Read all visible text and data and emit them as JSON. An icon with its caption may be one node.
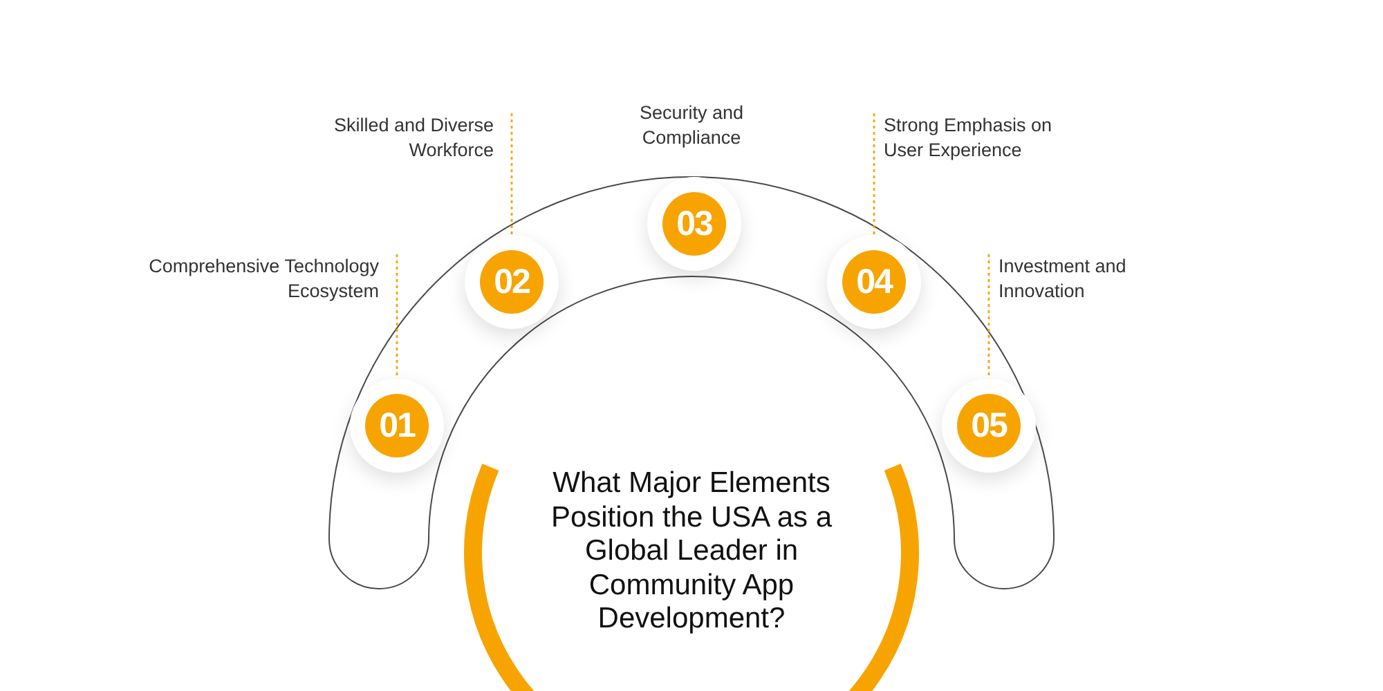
{
  "diagram": {
    "nodes": [
      {
        "text": [
          "01"
        ]
      },
      {
        "text": [
          "Comprehensive Technology Ecosystem"
        ]
      },
      {
        "text": [
          "02"
        ]
      },
      {
        "text": [
          "Skilled and Diverse Workforce"
        ]
      },
      {
        "text": [
          "03"
        ],
        "beside": [
          "Security and Compliance"
        ]
      },
      {
        "text": [
          "04"
        ]
      },
      {
        "text": [
          "Strong Emphasis on User Experience"
        ]
      },
      {
        "text": [
          "05"
        ]
      },
      {
        "text": [
          "Investment and Innovation"
        ]
      },
      {
        "text": [
          "What Major Elements Position the USA as a Global Leader in Community App Development?"
        ]
      }
    ],
    "edges": [
      {
        "from": 1,
        "to": 0,
        "arrow": "none",
        "style": "dashed"
      },
      {
        "from": 3,
        "to": 2,
        "arrow": "none",
        "style": "dashed"
      },
      {
        "from": 6,
        "to": 5,
        "arrow": "none",
        "style": "dashed"
      },
      {
        "from": 8,
        "to": 7,
        "arrow": "none",
        "style": "dashed"
      }
    ]
  }
}
